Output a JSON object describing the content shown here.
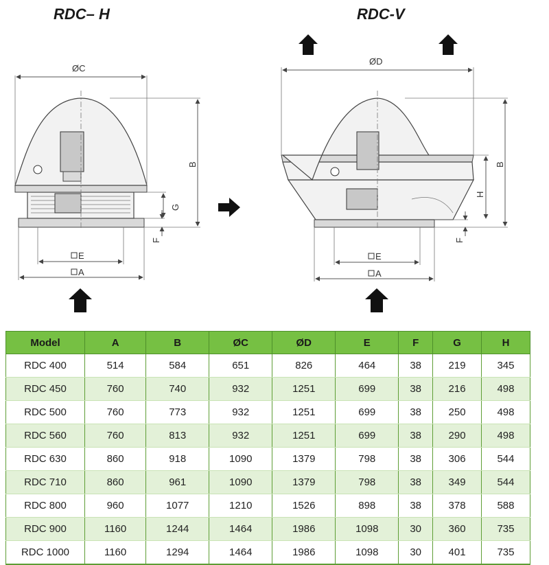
{
  "diagram": {
    "left_title": "RDC– H",
    "right_title": "RDC-V",
    "labels": {
      "oc": "ØC",
      "od": "ØD",
      "a": "A",
      "b": "B",
      "e": "E",
      "f": "F",
      "g": "G",
      "h": "H"
    }
  },
  "table": {
    "headers": [
      "Model",
      "A",
      "B",
      "ØC",
      "ØD",
      "E",
      "F",
      "G",
      "H"
    ],
    "rows": [
      [
        "RDC 400",
        "514",
        "584",
        "651",
        "826",
        "464",
        "38",
        "219",
        "345"
      ],
      [
        "RDC 450",
        "760",
        "740",
        "932",
        "1251",
        "699",
        "38",
        "216",
        "498"
      ],
      [
        "RDC 500",
        "760",
        "773",
        "932",
        "1251",
        "699",
        "38",
        "250",
        "498"
      ],
      [
        "RDC 560",
        "760",
        "813",
        "932",
        "1251",
        "699",
        "38",
        "290",
        "498"
      ],
      [
        "RDC 630",
        "860",
        "918",
        "1090",
        "1379",
        "798",
        "38",
        "306",
        "544"
      ],
      [
        "RDC 710",
        "860",
        "961",
        "1090",
        "1379",
        "798",
        "38",
        "349",
        "544"
      ],
      [
        "RDC 800",
        "960",
        "1077",
        "1210",
        "1526",
        "898",
        "38",
        "378",
        "588"
      ],
      [
        "RDC 900",
        "1160",
        "1244",
        "1464",
        "1986",
        "1098",
        "30",
        "360",
        "735"
      ],
      [
        "RDC 1000",
        "1160",
        "1294",
        "1464",
        "1986",
        "1098",
        "30",
        "401",
        "735"
      ]
    ]
  }
}
